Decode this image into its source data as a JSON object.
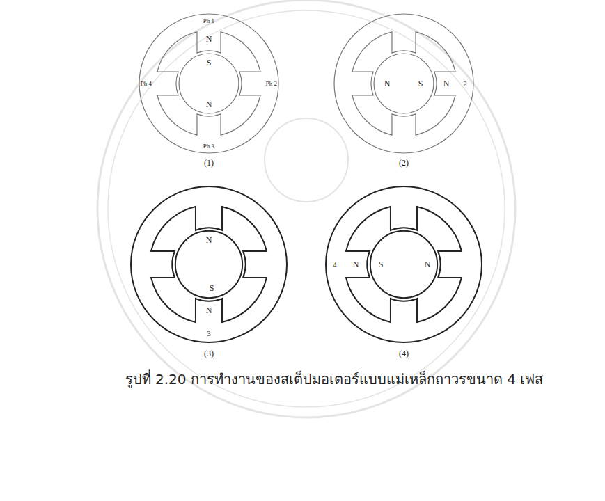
{
  "diagram": {
    "caption": "รูปที่ 2.20 การทำงานของสเต็ปมอเตอร์แบบแม่เหล็กถาวรขนาด 4 เฟส",
    "labels": [
      "Ph 1",
      "N",
      "S",
      "Ph 4",
      "Ph 2",
      "N",
      "Ph 3",
      "(1)",
      "N",
      "S",
      "N",
      "2",
      "(2)",
      "N",
      "S",
      "N",
      "3",
      "(3)",
      "4",
      "N",
      "S",
      "N",
      "(4)"
    ]
  }
}
